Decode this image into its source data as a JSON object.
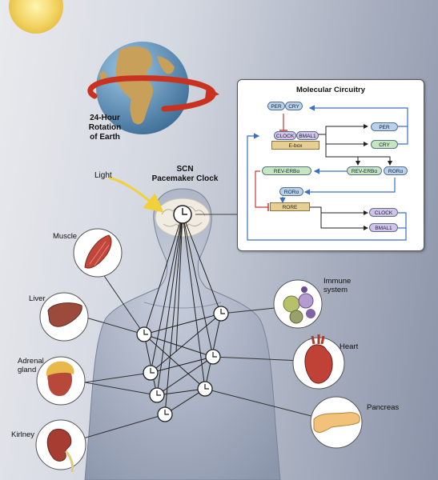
{
  "labels": {
    "rotation": "24-Hour\nRotation\nof Earth",
    "light": "Light",
    "scn": "SCN\nPacemaker Clock"
  },
  "circuit": {
    "title": "Molecular Circuitry",
    "per": "PER",
    "cry": "CRY",
    "clock": "CLOCK",
    "bmal1": "BMAL1",
    "ebox": "E-box",
    "per_out": "PER",
    "cry_out": "CRY",
    "rev_erb": "REV-ERBα",
    "rev_erb_mid": "REV-ERBα",
    "ror_mid": "RORα",
    "ror": "RORα",
    "rore": "RORE",
    "clock_out": "CLOCK",
    "bmal1_out": "BMAL1"
  },
  "organs": {
    "muscle": "Muscle",
    "liver": "Liver",
    "adrenal": "Adrenal\ngland",
    "kidney": "Kirlney",
    "immune": "Immune\nsystem",
    "heart": "Heart",
    "pancreas": "Pancreas"
  },
  "colors": {
    "sun": "#f3d463",
    "moon": "#f4f4f0",
    "ocean": "#5e8fb8",
    "land": "#c9a05a",
    "arrow_red": "#c8321f",
    "arrow_yellow": "#f0d13a",
    "circuit_blue": "#3d6fc4",
    "circuit_red": "#c43a3a"
  }
}
